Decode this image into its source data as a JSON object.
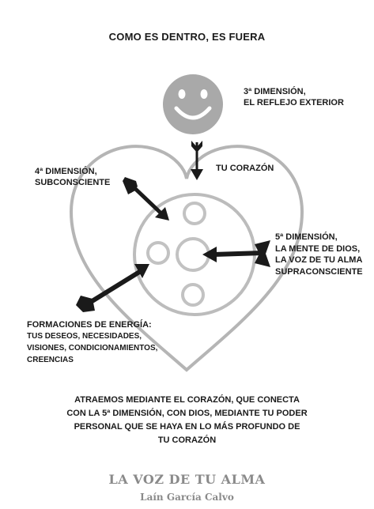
{
  "title": "COMO ES DENTRO, ES FUERA",
  "dim3": [
    "3ª DIMENSIÓN,",
    "EL REFLEJO EXTERIOR"
  ],
  "dim4": [
    "4ª DIMENSIÓN,",
    "SUBCONSCIENTE"
  ],
  "heart_label": "TU CORAZÓN",
  "dim5": [
    "5ª DIMENSIÓN,",
    "LA MENTE DE DIOS,",
    "LA VOZ DE TU ALMA",
    "SUPRACONSCIENTE"
  ],
  "energy": {
    "heading": "FORMACIONES DE ENERGÍA:",
    "lines": [
      "TUS DESEOS, NECESIDADES,",
      "VISIONES, CONDICIONAMIENTOS,",
      "CREENCIAS"
    ]
  },
  "footer": [
    "ATRAEMOS MEDIANTE EL CORAZÓN, QUE CONECTA",
    "CON LA 5ª DIMENSIÓN, CON DIOS, MEDIANTE TU PODER",
    "PERSONAL QUE SE HAYA EN LO MÁS PROFUNDO DE",
    "TU CORAZÓN"
  ],
  "book_title": "LA VOZ DE TU ALMA",
  "book_author": "Laín García Calvo",
  "colors": {
    "heart_outline": "#b8b8b8",
    "smiley": "#a9a9a9",
    "arrows": "#1a1a1a",
    "text": "#1a1a1a",
    "brand": "#8a8a8a"
  }
}
